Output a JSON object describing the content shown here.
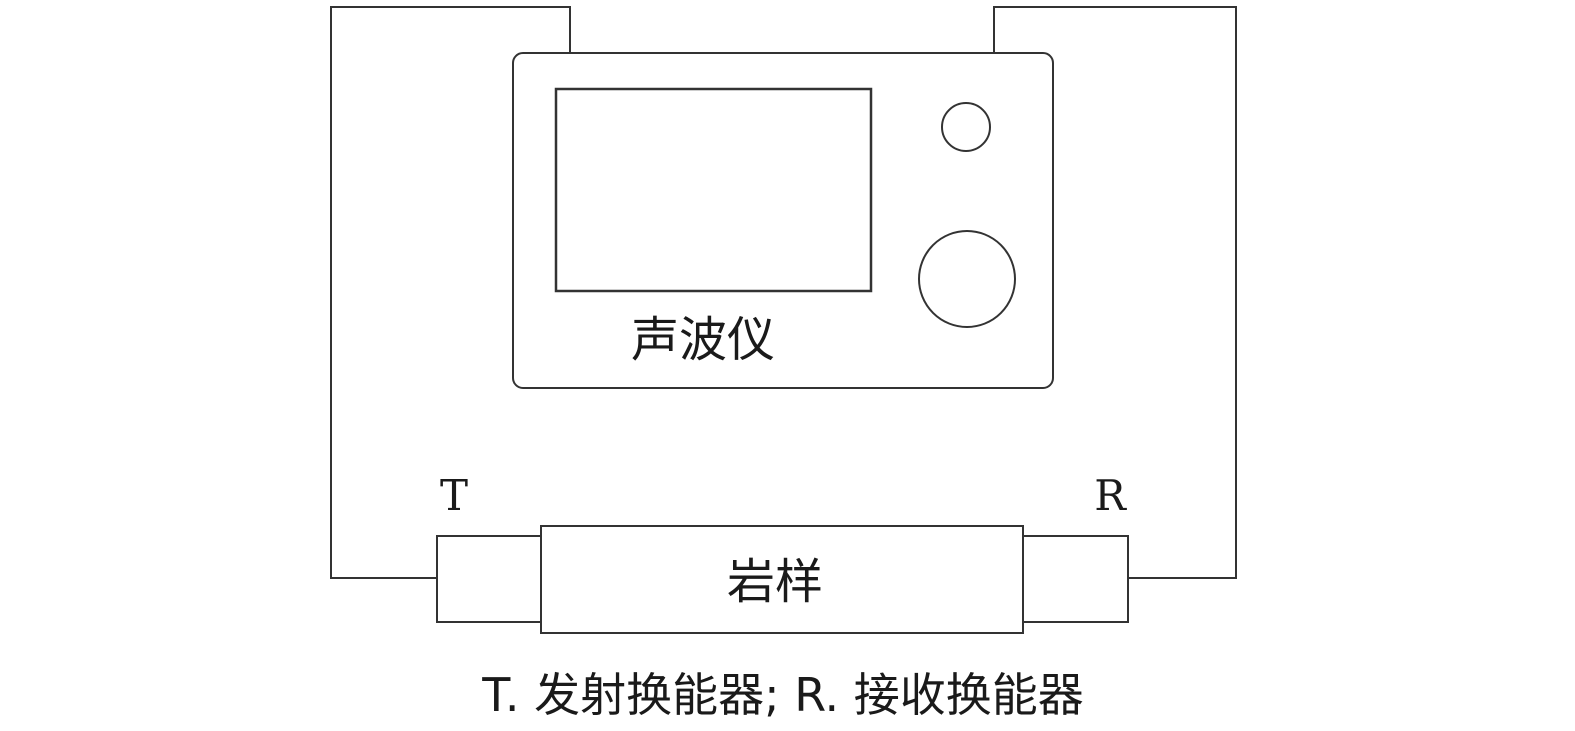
{
  "device": {
    "label": "声波仪"
  },
  "sample": {
    "label": "岩样"
  },
  "transducers": {
    "transmit_letter": "T",
    "receive_letter": "R"
  },
  "caption": "T. 发射换能器; R. 接收换能器",
  "colors": {
    "stroke": "#333333",
    "text": "#1a1a1a",
    "background": "#ffffff"
  }
}
